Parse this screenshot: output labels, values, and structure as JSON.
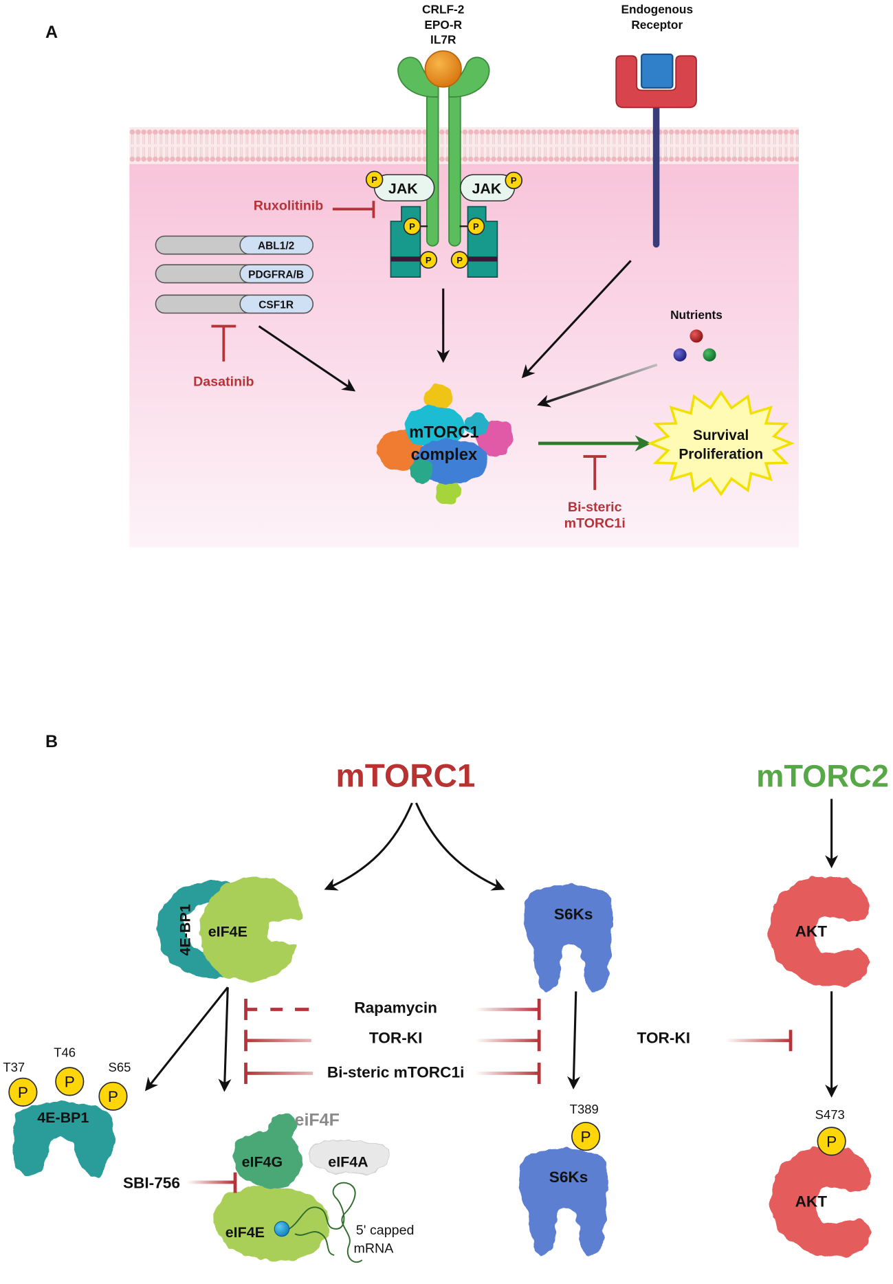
{
  "panel_a": {
    "label": "A",
    "cytokine_receptor": [
      "CRLF-2",
      "EPO-R",
      "IL7R"
    ],
    "endogenous_receptor": [
      "Endogenous",
      "Receptor"
    ],
    "jak_left": "JAK",
    "jak_right": "JAK",
    "phospho": "P",
    "ruxolitinib": "Ruxolitinib",
    "kinases": [
      "ABL1/2",
      "PDGFRA/B",
      "CSF1R"
    ],
    "dasatinib": "Dasatinib",
    "nutrients": "Nutrients",
    "mtorc1_complex": [
      "mTORC1",
      "complex"
    ],
    "outcome": [
      "Survival",
      "Proliferation"
    ],
    "bisteric": [
      "Bi-steric",
      "mTORC1i"
    ]
  },
  "panel_b": {
    "label": "B",
    "mtorc1": "mTORC1",
    "mtorc2": "mTORC2",
    "complex_4ebp1": "4E-BP1",
    "complex_eif4e": "eIF4E",
    "s6ks": "S6Ks",
    "akt": "AKT",
    "inhibitors": [
      "Rapamycin",
      "TOR-KI",
      "Bi-steric mTORC1i"
    ],
    "torki_right": "TOR-KI",
    "phospho": "P",
    "p_4ebp1": {
      "sites": [
        "T37",
        "T46",
        "S65"
      ],
      "label": "4E-BP1"
    },
    "eif4f": {
      "title": "eiF4F",
      "eif4g": "eIF4G",
      "eif4a": "eIF4A",
      "eif4e": "eIF4E",
      "cap": [
        "5' capped",
        "mRNA"
      ]
    },
    "sbi756": "SBI-756",
    "p_s6ks": {
      "site": "T389",
      "label": "S6Ks"
    },
    "p_akt": {
      "site": "S473",
      "label": "AKT"
    }
  },
  "colors": {
    "inhibitor": "#b5343a",
    "mtorc1_title": "#b83232",
    "mtorc2_title": "#55a845",
    "eif4f_title": "#8a8a8a"
  }
}
